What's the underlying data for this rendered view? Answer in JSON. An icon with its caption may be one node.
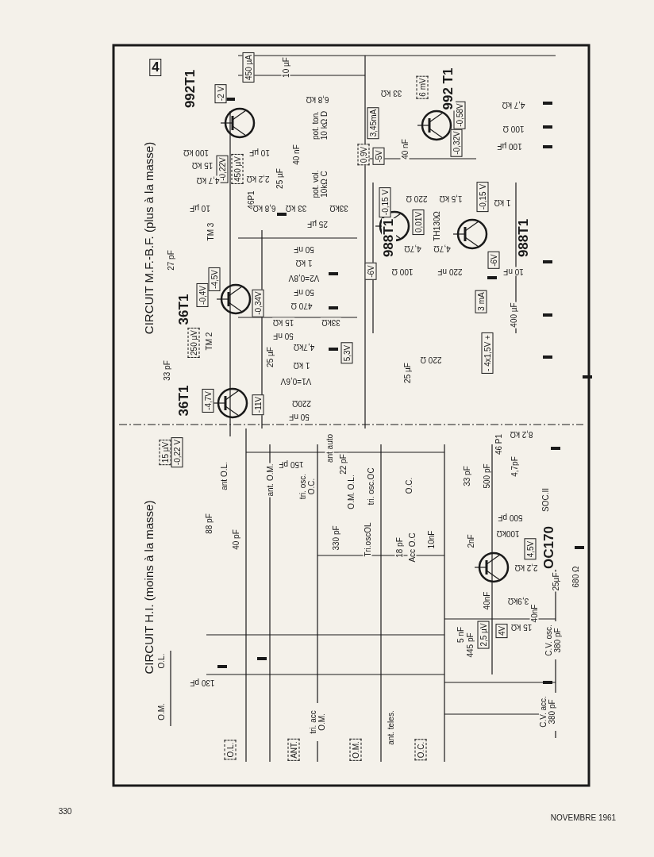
{
  "diagram": {
    "nodes": [
      {
        "text": [
          "4"
        ]
      },
      {
        "text": [
          "-2 V"
        ]
      },
      {
        "text": [
          "450 µA"
        ]
      },
      {
        "text": [
          "-0,22V"
        ]
      },
      {
        "text": [
          "450 µV"
        ]
      },
      {
        "text": [
          "-4,5V"
        ]
      },
      {
        "text": [
          "-0,4V"
        ]
      },
      {
        "text": [
          "-0,34V"
        ]
      },
      {
        "text": [
          "250 µV"
        ]
      },
      {
        "text": [
          "-4,7V"
        ]
      },
      {
        "text": [
          "-11V"
        ]
      },
      {
        "text": [
          "5,3V"
        ]
      },
      {
        "text": [
          "15 µV"
        ]
      },
      {
        "text": [
          "-0,22 V"
        ]
      },
      {
        "text": [
          "3,45mA"
        ]
      },
      {
        "text": [
          "6 mV"
        ]
      },
      {
        "text": [
          "-0,58V"
        ]
      },
      {
        "text": [
          "-0,32V"
        ]
      },
      {
        "text": [
          "0,9V"
        ]
      },
      {
        "text": [
          "-5V"
        ]
      },
      {
        "text": [
          "-0,15 V"
        ]
      },
      {
        "text": [
          "-0,15 V"
        ]
      },
      {
        "text": [
          "0,01V"
        ]
      },
      {
        "text": [
          "-6V"
        ]
      },
      {
        "text": [
          "-6V"
        ]
      },
      {
        "text": [
          "3 mA"
        ]
      },
      {
        "text": [
          "-",
          "4x1,5V",
          "+"
        ]
      },
      {
        "text": [
          "4,5V"
        ]
      },
      {
        "text": [
          "2,5 µV"
        ]
      },
      {
        "text": [
          "4V"
        ]
      },
      {
        "text": [
          "O.L."
        ]
      },
      {
        "text": [
          "ANT."
        ]
      },
      {
        "text": [
          "O.M."
        ]
      },
      {
        "text": [
          "O.C."
        ]
      }
    ],
    "labels": [
      "CIRCUIT M.F.-B.F. (plus à la masse)",
      "992T1",
      "10 µF",
      "6,8 kΩ",
      "33 kΩ",
      "992 T1",
      "4,7 kΩ",
      "100 Ω",
      "100 µF",
      "100 kΩ",
      "15 kΩ",
      "4,7 kΩ",
      "10 µF",
      "10 µF",
      "2,2 kΩ",
      "46P1",
      "6,8 kΩ",
      "25 µF",
      "40 nF",
      "pot. ton. 10 kΩ D",
      "pot. vol. 10kΩ C",
      "33 kΩ",
      "33kΩ",
      "25 µF",
      "40 nF",
      "220 Ω",
      "1,5 kΩ",
      "1 kΩ",
      "TH130Ω",
      "4,7Ω",
      "4,7Ω",
      "988T1",
      "988T1",
      "100 Ω",
      "220 nF",
      "10 nF",
      "TM 3",
      "27 pF",
      "50 nF",
      "1 kΩ",
      "V2=0,8V",
      "50 nF",
      "36T1",
      "470 Ω",
      "15 kΩ",
      "33kΩ",
      "50 nF",
      "4,7kΩ",
      "TM 2",
      "33 pF",
      "25 µF",
      "1 kΩ",
      "V1=0,6V",
      "36T1",
      "220Ω",
      "50 nF",
      "400 µF",
      "25 µF",
      "220 Ω",
      "46 P1",
      "8,2 kΩ",
      "CIRCUIT H.I. (moins à la masse)",
      "ant O.L.",
      "150 pF",
      "ant. O.M.",
      "tri. osc. O.C.",
      "ant auto",
      "22 pF",
      "O.M. O.L.",
      "tri. osc.OC",
      "O.C.",
      "33 pF",
      "500 pF",
      "4,7pF",
      "SOC.II",
      "500 pF",
      "100kΩ",
      "88 pF",
      "40 pF",
      "330 pF",
      "Tri.oscOL",
      "18 pF",
      "Acc O.C",
      "10nF",
      "2nF",
      "OC170",
      "2,2 kΩ",
      "25µF",
      "680 Ω",
      "40nF",
      "3,9kΩ",
      "40nF",
      "15 kΩ",
      "5 nF",
      "445 pF",
      "C.V. osc. 380 pF",
      "O.M.",
      "O.L.",
      "130 pF",
      "tri. acc O.M.",
      "ant. teles.",
      "C.V. acc. 380 pF",
      "330",
      "NOVEMBRE 1961"
    ]
  }
}
